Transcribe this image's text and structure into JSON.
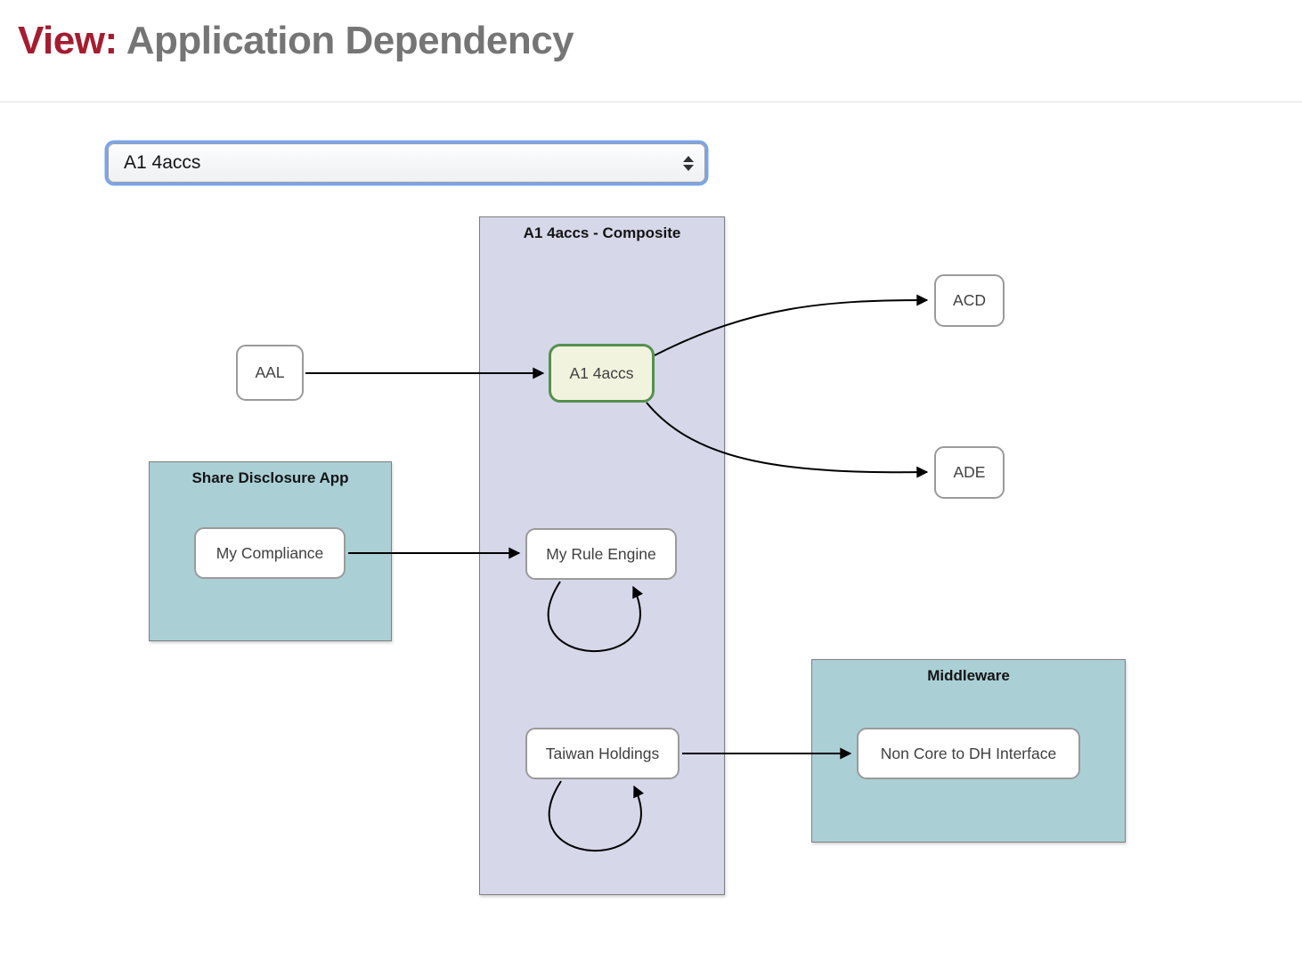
{
  "header": {
    "view_label": "View:",
    "title": "Application Dependency"
  },
  "selector": {
    "value": "A1 4accs"
  },
  "diagram": {
    "groups": [
      {
        "id": "composite",
        "label": "A1 4accs - Composite"
      },
      {
        "id": "share_disclosure",
        "label": "Share Disclosure App"
      },
      {
        "id": "middleware",
        "label": "Middleware"
      }
    ],
    "nodes": [
      {
        "id": "aal",
        "label": "AAL"
      },
      {
        "id": "a1_4accs",
        "label": "A1 4accs",
        "highlighted": true,
        "group": "composite"
      },
      {
        "id": "acd",
        "label": "ACD"
      },
      {
        "id": "ade",
        "label": "ADE"
      },
      {
        "id": "my_compliance",
        "label": "My Compliance",
        "group": "share_disclosure"
      },
      {
        "id": "my_rule_engine",
        "label": "My Rule Engine",
        "group": "composite"
      },
      {
        "id": "taiwan_holdings",
        "label": "Taiwan Holdings",
        "group": "composite"
      },
      {
        "id": "non_core_dh",
        "label": "Non Core to DH Interface",
        "group": "middleware"
      }
    ],
    "edges": [
      {
        "from": "AAL",
        "to": "A1 4accs"
      },
      {
        "from": "A1 4accs",
        "to": "ACD"
      },
      {
        "from": "A1 4accs",
        "to": "ADE"
      },
      {
        "from": "My Compliance",
        "to": "My Rule Engine"
      },
      {
        "from": "My Rule Engine",
        "to": "My Rule Engine",
        "self_loop": true
      },
      {
        "from": "Taiwan Holdings",
        "to": "Non Core to DH Interface"
      },
      {
        "from": "Taiwan Holdings",
        "to": "Taiwan Holdings",
        "self_loop": true
      }
    ],
    "colors": {
      "composite_fill": "#d6d7e9",
      "group_fill": "#aad0d6",
      "node_fill": "#ffffff",
      "node_border": "#9a9a9a",
      "highlight_fill": "#f2f3de",
      "highlight_border": "#55904e",
      "edge": "#000000",
      "view_label": "#a51c30",
      "title_text": "#757575"
    }
  }
}
